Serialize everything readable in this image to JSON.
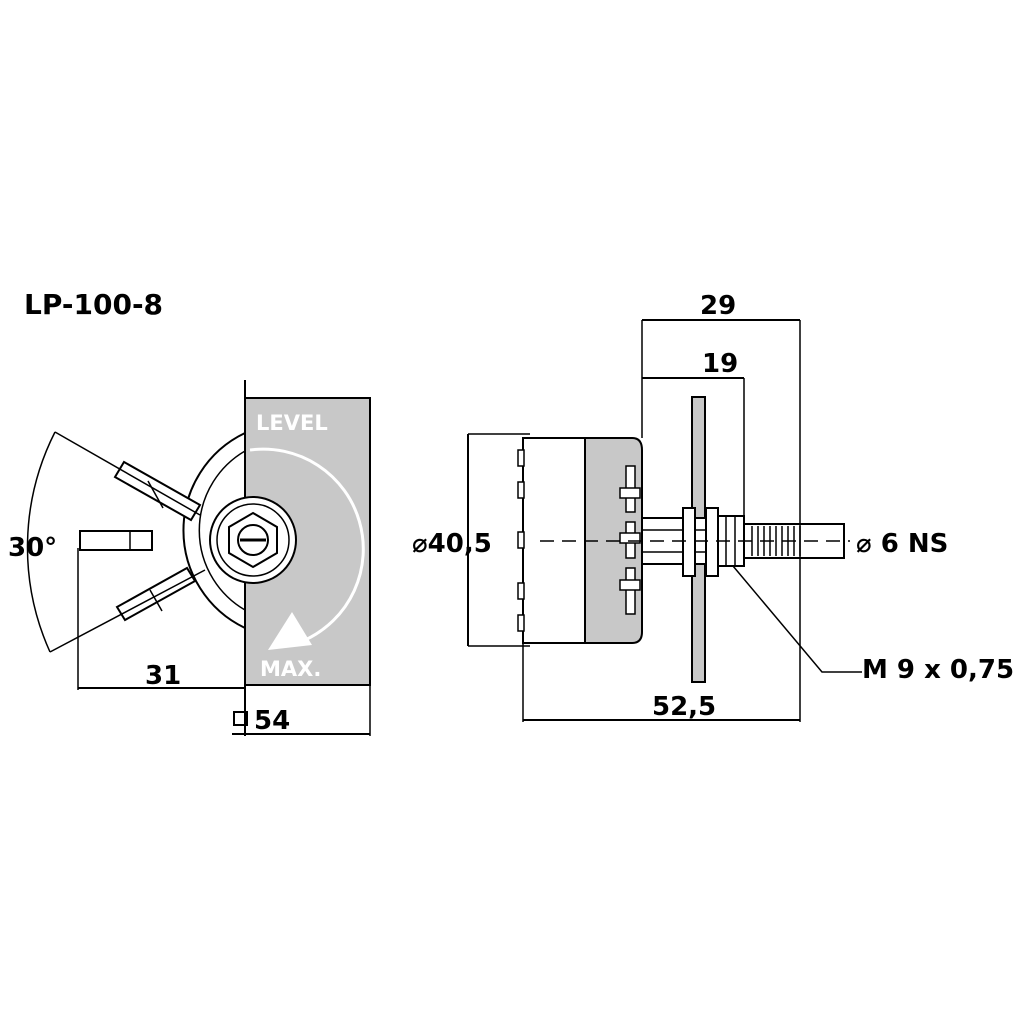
{
  "title": "LP-100-8",
  "front_view": {
    "plate_label_top": "LEVEL",
    "plate_label_bottom": "MAX.",
    "angle_label": "30°",
    "dim_width_from_axis": "31",
    "dim_square_symbol": "□",
    "dim_square_size": "54"
  },
  "side_view": {
    "dim_total_depth": "29",
    "dim_inner_depth": "19",
    "dim_body_diameter": "⌀40,5",
    "dim_shaft": "⌀ 6 NS",
    "dim_thread": "M 9 x 0,75",
    "dim_overall_length": "52,5"
  },
  "colors": {
    "plate": "#c8c8c8",
    "ink": "#000000",
    "background": "#ffffff"
  }
}
